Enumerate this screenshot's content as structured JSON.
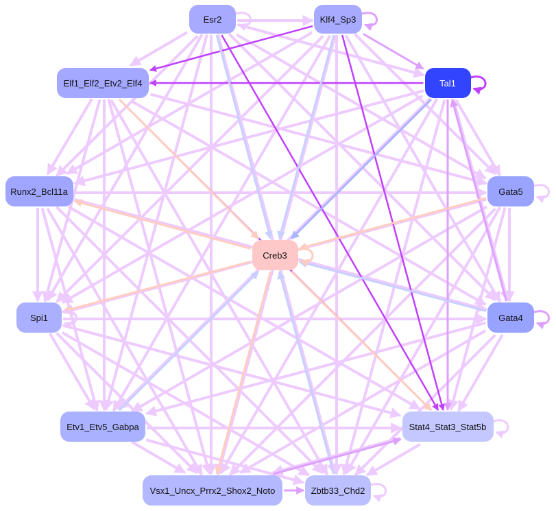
{
  "nodes": [
    {
      "id": "Esr2",
      "label": "Esr2",
      "color": "#a8aaff",
      "text": "#111111"
    },
    {
      "id": "Klf4",
      "label": "Klf4_Sp3",
      "color": "#a8aaff",
      "text": "#111111"
    },
    {
      "id": "Tal1",
      "label": "Tal1",
      "color": "#3344ff",
      "text": "#ffffff"
    },
    {
      "id": "Elf1",
      "label": "Elf1_Elf2_Etv2_Elf4",
      "color": "#a4a8ff",
      "text": "#111111"
    },
    {
      "id": "Runx2",
      "label": "Runx2_Bcl11a",
      "color": "#a0a6ff",
      "text": "#111111"
    },
    {
      "id": "Gata5",
      "label": "Gata5",
      "color": "#9aa4ff",
      "text": "#111111"
    },
    {
      "id": "Creb3",
      "label": "Creb3",
      "color": "#ffc8c8",
      "text": "#111111"
    },
    {
      "id": "Spi1",
      "label": "Spi1",
      "color": "#aab0ff",
      "text": "#111111"
    },
    {
      "id": "Gata4",
      "label": "Gata4",
      "color": "#98a2ff",
      "text": "#111111"
    },
    {
      "id": "Etv1",
      "label": "Etv1_Etv5_Gabpa",
      "color": "#aab2ff",
      "text": "#111111"
    },
    {
      "id": "Stat4",
      "label": "Stat4_Stat3_Stat5b",
      "color": "#c4c8ff",
      "text": "#111111"
    },
    {
      "id": "Vsx1",
      "label": "Vsx1_Uncx_Prrx2_Shox2_Noto",
      "color": "#b4b8ff",
      "text": "#111111"
    },
    {
      "id": "Zbtb33",
      "label": "Zbtb33_Chd2",
      "color": "#bcc0ff",
      "text": "#111111"
    }
  ],
  "colors": {
    "light": "#eecbff",
    "mid": "#dda0ff",
    "strong": "#c040ff",
    "blue": "#aab4ff",
    "paleblue": "#c8d0ff",
    "peach": "#ffccc0"
  },
  "edges": [
    [
      "Klf4",
      "Elf1",
      "strong"
    ],
    [
      "Klf4",
      "Stat4",
      "strong"
    ],
    [
      "Esr2",
      "Stat4",
      "strong"
    ],
    [
      "Elf1",
      "Stat4",
      "strong"
    ],
    [
      "Tal1",
      "Elf1",
      "strong"
    ],
    [
      "Tal1",
      "Stat4",
      "mid"
    ],
    [
      "Gata4",
      "Tal1",
      "mid"
    ],
    [
      "Klf4",
      "Tal1",
      "mid"
    ],
    [
      "Tal1",
      "Creb3",
      "blue"
    ],
    [
      "Esr2",
      "Creb3",
      "paleblue"
    ],
    [
      "Klf4",
      "Creb3",
      "paleblue"
    ],
    [
      "Gata4",
      "Creb3",
      "paleblue"
    ],
    [
      "Zbtb33",
      "Creb3",
      "paleblue"
    ],
    [
      "Etv1",
      "Creb3",
      "paleblue"
    ],
    [
      "Elf1",
      "Creb3",
      "peach"
    ],
    [
      "Creb3",
      "Runx2",
      "peach"
    ],
    [
      "Creb3",
      "Spi1",
      "peach"
    ],
    [
      "Gata5",
      "Creb3",
      "peach"
    ],
    [
      "Creb3",
      "Vsx1",
      "peach"
    ],
    [
      "Creb3",
      "Stat4",
      "peach"
    ],
    [
      "Vsx1",
      "Zbtb33",
      "mid"
    ],
    [
      "Vsx1",
      "Stat4",
      "mid"
    ]
  ],
  "self_loops": [
    [
      "Tal1",
      "strong"
    ],
    [
      "Gata5",
      "light"
    ],
    [
      "Gata4",
      "mid"
    ],
    [
      "Stat4",
      "light"
    ],
    [
      "Zbtb33",
      "light"
    ],
    [
      "Esr2",
      "light"
    ],
    [
      "Klf4",
      "mid"
    ],
    [
      "Spi1",
      "light"
    ],
    [
      "Creb3",
      "peach"
    ]
  ]
}
